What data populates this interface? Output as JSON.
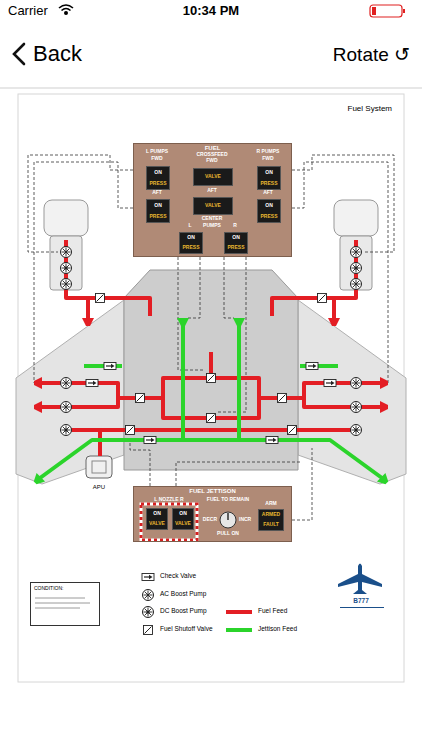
{
  "diagram": {
    "title": "Fuel System",
    "nodes": [
      {
        "text": [
          "FUEL"
        ]
      },
      {
        "text": [
          "ON",
          "PRESS"
        ],
        "in": 0
      },
      {
        "text": [
          "ON",
          "PRESS"
        ],
        "in": 0
      },
      {
        "text": [
          "VALVE"
        ],
        "in": 0
      },
      {
        "text": [
          "VALVE"
        ],
        "in": 0
      },
      {
        "text": [
          "ON",
          "PRESS"
        ],
        "in": 0
      },
      {
        "text": [
          "ON",
          "PRESS"
        ],
        "in": 0
      },
      {
        "text": [
          "ON",
          "PRESS"
        ],
        "in": 0
      },
      {
        "text": [
          "ON",
          "PRESS"
        ],
        "in": 0
      },
      {
        "text": [
          "FUEL JETTISON"
        ]
      },
      {
        "text": [
          "ON",
          "VALVE"
        ],
        "in": 9
      },
      {
        "text": [
          "ON",
          "VALVE"
        ],
        "in": 9
      },
      {
        "text": [
          "ARM",
          "ARMED",
          "FAULT"
        ],
        "in": 9
      },
      {
        "text": [
          "CONDITION:"
        ]
      }
    ],
    "labels": [
      "Carrier",
      "10:34 PM",
      "Back",
      "Rotate ↺",
      "L PUMPS",
      "FWD",
      "AFT",
      "CROSSFEED",
      "FWD",
      "AFT",
      "R PUMPS",
      "FWD",
      "AFT",
      "CENTER",
      "L",
      "PUMPS",
      "R",
      "L NOZZLE R",
      "FUEL TO REMAIN",
      "DECR",
      "INCR",
      "PULL ON",
      "APU",
      "B777"
    ],
    "legend": [
      {
        "text": "Check Valve"
      },
      {
        "text": "AC Boost Pump"
      },
      {
        "text": "DC Boost Pump"
      },
      {
        "text": "Fuel Shutoff Valve"
      },
      {
        "text": "Fuel Feed",
        "color": "#e31e24"
      },
      {
        "text": "Jettison Feed",
        "color": "#2bd42b"
      }
    ]
  }
}
